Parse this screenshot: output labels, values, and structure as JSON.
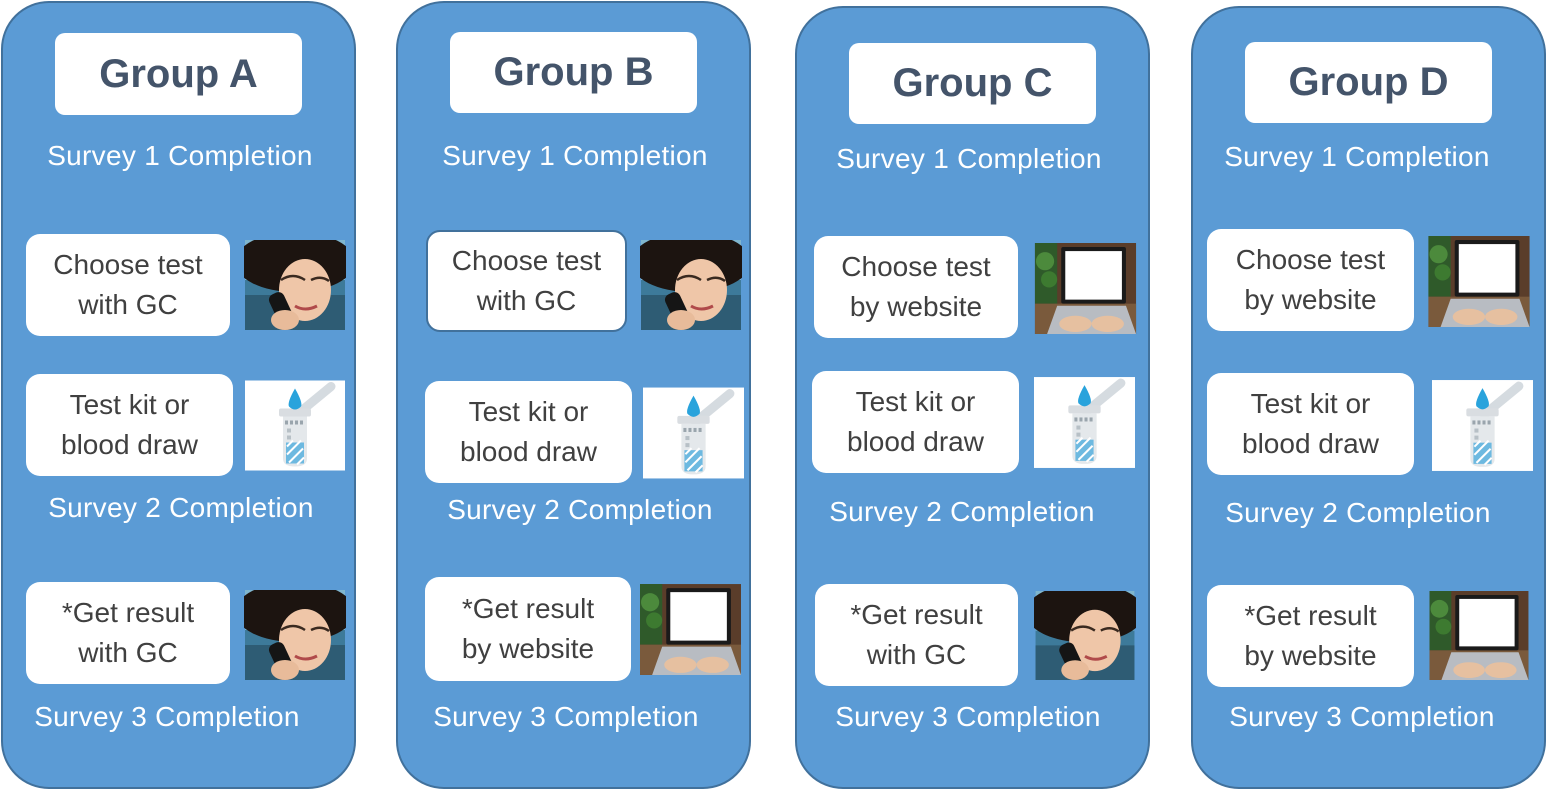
{
  "groups": [
    {
      "title": "Group A",
      "survey1": "Survey 1 Completion",
      "choose": {
        "line1": "Choose test",
        "line2": "with GC",
        "method": "phone-call-icon"
      },
      "kit": {
        "line1": "Test kit or",
        "line2": "blood draw",
        "icon": "test-tube-icon"
      },
      "survey2": "Survey 2 Completion",
      "result": {
        "line1": "*Get result",
        "line2": "with GC",
        "method": "phone-call-icon"
      },
      "survey3": "Survey 3 Completion"
    },
    {
      "title": "Group B",
      "survey1": "Survey 1 Completion",
      "choose": {
        "line1": "Choose test",
        "line2": "with GC",
        "method": "phone-call-icon"
      },
      "kit": {
        "line1": "Test kit or",
        "line2": "blood draw",
        "icon": "test-tube-icon"
      },
      "survey2": "Survey 2 Completion",
      "result": {
        "line1": "*Get result",
        "line2": "by website",
        "method": "laptop-icon"
      },
      "survey3": "Survey 3 Completion"
    },
    {
      "title": "Group C",
      "survey1": "Survey 1 Completion",
      "choose": {
        "line1": "Choose test",
        "line2": "by website",
        "method": "laptop-icon"
      },
      "kit": {
        "line1": "Test kit or",
        "line2": "blood draw",
        "icon": "test-tube-icon"
      },
      "survey2": "Survey 2 Completion",
      "result": {
        "line1": "*Get result",
        "line2": "with GC",
        "method": "phone-call-icon"
      },
      "survey3": "Survey 3 Completion"
    },
    {
      "title": "Group D",
      "survey1": "Survey 1 Completion",
      "choose": {
        "line1": "Choose test",
        "line2": "by website",
        "method": "laptop-icon"
      },
      "kit": {
        "line1": "Test kit or",
        "line2": "blood draw",
        "icon": "test-tube-icon"
      },
      "survey2": "Survey 2 Completion",
      "result": {
        "line1": "*Get result",
        "line2": "by website",
        "method": "laptop-icon"
      },
      "survey3": "Survey 3 Completion"
    }
  ],
  "colors": {
    "panel": "#5b9bd5",
    "panel_border": "#41719c",
    "title_text": "#44546a",
    "step_text": "#404040",
    "survey_text": "#ffffff"
  }
}
